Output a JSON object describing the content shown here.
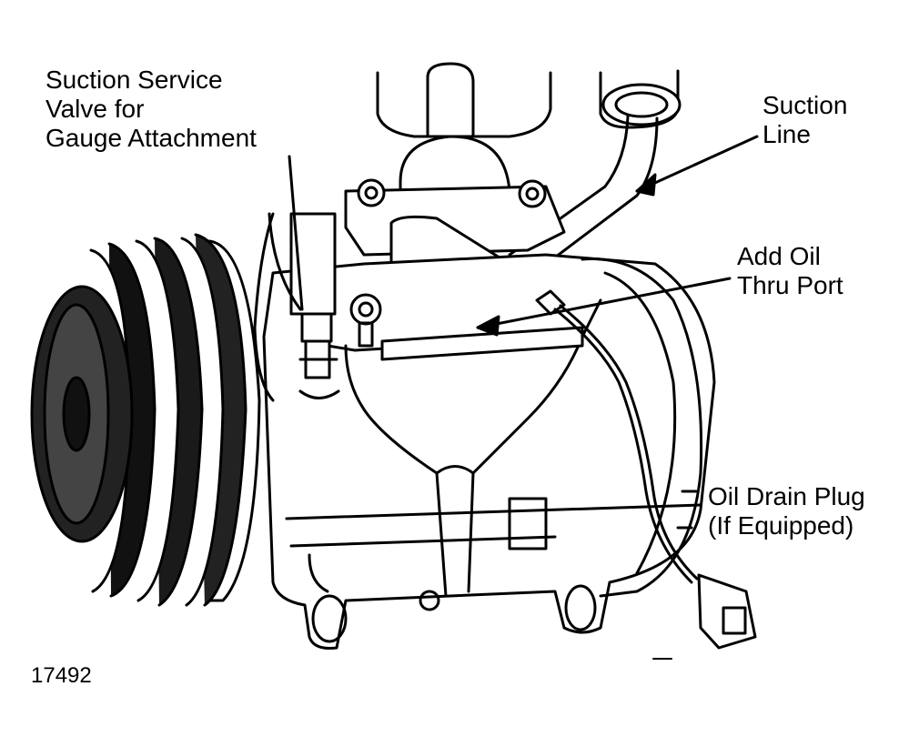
{
  "figure": {
    "number": "17492",
    "colors": {
      "ink": "#000000",
      "paper": "#ffffff"
    }
  },
  "labels": {
    "suction_service_valve": [
      "Suction Service",
      "Valve for",
      "Gauge Attachment"
    ],
    "suction_line": [
      "Suction",
      "Line"
    ],
    "add_oil_port": [
      "Add Oil",
      "Thru Port"
    ],
    "oil_drain_plug": [
      "Oil Drain Plug",
      "(If Equipped)"
    ]
  },
  "icons": [
    "compressor-illustration",
    "clutch-pulley",
    "leader-arrow"
  ]
}
